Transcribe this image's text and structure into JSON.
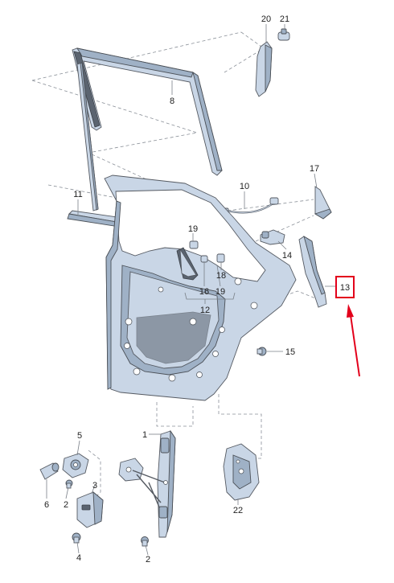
{
  "diagram": {
    "callouts": [
      {
        "id": "c1",
        "text": "1"
      },
      {
        "id": "c2a",
        "text": "2"
      },
      {
        "id": "c2b",
        "text": "2"
      },
      {
        "id": "c3",
        "text": "3"
      },
      {
        "id": "c4",
        "text": "4"
      },
      {
        "id": "c5",
        "text": "5"
      },
      {
        "id": "c6",
        "text": "6"
      },
      {
        "id": "c8",
        "text": "8"
      },
      {
        "id": "c10",
        "text": "10"
      },
      {
        "id": "c11",
        "text": "11"
      },
      {
        "id": "c12",
        "text": "12"
      },
      {
        "id": "c13",
        "text": "13"
      },
      {
        "id": "c14",
        "text": "14"
      },
      {
        "id": "c15",
        "text": "15"
      },
      {
        "id": "c16",
        "text": "16"
      },
      {
        "id": "c17",
        "text": "17"
      },
      {
        "id": "c18",
        "text": "18"
      },
      {
        "id": "c19a",
        "text": "19"
      },
      {
        "id": "c19b",
        "text": "19"
      },
      {
        "id": "c20",
        "text": "20"
      },
      {
        "id": "c21",
        "text": "21"
      },
      {
        "id": "c22",
        "text": "22"
      }
    ],
    "highlight": {
      "callout": "13",
      "color": "#e3001b"
    },
    "colors": {
      "part_fill": "#c9d6e6",
      "part_stroke": "#555a62",
      "arrow": "#e3001b"
    }
  }
}
